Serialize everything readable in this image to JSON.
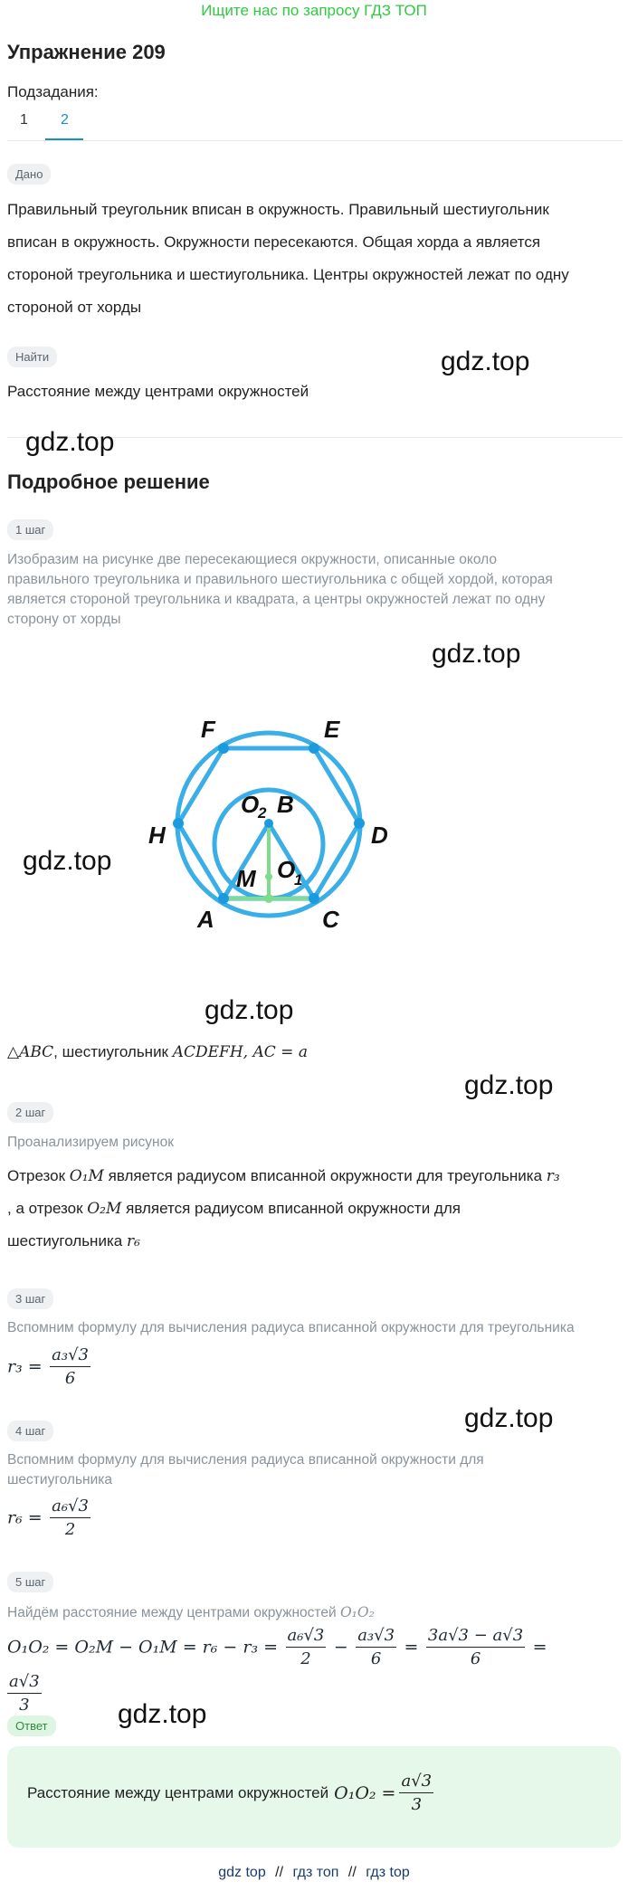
{
  "banner": "Ищите нас по запросу ГДЗ ТОП",
  "title": "Упражнение 209",
  "subtasks": {
    "label": "Подзадания:",
    "tabs": [
      "1",
      "2"
    ],
    "active": "2"
  },
  "given": {
    "pill": "Дано",
    "lines": [
      "Правильный треугольник вписан в окружность. Правильный шестиугольник",
      "вписан в окружность. Окружности пересекаются. Общая хорда a является",
      "стороной треугольника и шестиугольника. Центры окружностей лежат по одну",
      "стороной от хорды"
    ]
  },
  "find": {
    "pill": "Найти",
    "text": "Расстояние между центрами окружностей"
  },
  "solution_title": "Подробное решение",
  "steps": [
    {
      "pill": "1 шаг",
      "lines": [
        "Изобразим на рисунке две пересекающиеся окружности, описанные около",
        "правильного треугольника и правильного шестиугольника с общей хордой, которая",
        "является стороной треугольника и квадрата, а центры окружностей лежат по одну",
        "сторону от хорды"
      ]
    },
    {
      "pill": "2 шаг",
      "text": "Проанализируем рисунок"
    },
    {
      "pill": "3 шаг",
      "text": "Вспомним формулу для вычисления радиуса вписанной окружности для треугольника"
    },
    {
      "pill": "4 шаг",
      "lines": [
        "Вспомним формулу для вычисления радиуса вписанной окружности для",
        "шестиугольника"
      ]
    },
    {
      "pill": "5 шаг",
      "text": "Найдём расстояние между центрами окружностей"
    }
  ],
  "figure": {
    "labels": {
      "F": "F",
      "E": "E",
      "H": "H",
      "D": "D",
      "A": "A",
      "C": "C",
      "B": "B",
      "O2": "O",
      "O2_sub": "2",
      "O1": "O",
      "O1_sub": "1",
      "M": "M"
    },
    "colors": {
      "blue": "#3aaee6",
      "dot": "#1a9be0",
      "green": "#7fdc8c"
    }
  },
  "figure_caption": {
    "tri": "△ABC",
    "mid": ", шестиугольник ",
    "rest": "ACDEFH, AC = a"
  },
  "analysis": {
    "line1a": "Отрезок ",
    "line1b": "O₁M",
    "line1c": " является радиусом вписанной окружности для треугольника ",
    "line1d": "r₃",
    "line2a": ", а отрезок ",
    "line2b": "O₂M",
    "line2c": " является радиусом вписанной окружности для",
    "line3a": "шестиугольника ",
    "line3b": "r₆"
  },
  "formula3": {
    "lhs": "r₃ =",
    "num": "a₃√3",
    "den": "6"
  },
  "formula4": {
    "lhs": "r₆ =",
    "num": "a₆√3",
    "den": "2"
  },
  "step5_math": "O₁O₂",
  "formula5": {
    "lhs": "O₁O₂ = O₂M − O₁M = r₆ − r₃ =",
    "f1n": "a₆√3",
    "f1d": "2",
    "minus": "−",
    "f2n": "a₃√3",
    "f2d": "6",
    "eq": "=",
    "f3n": "3a√3 − a√3",
    "f3d": "6",
    "eq2": "=",
    "f4n": "a√3",
    "f4d": "3"
  },
  "answer": {
    "pill": "Ответ",
    "text": "Расстояние между центрами окружностей",
    "lhs": "O₁O₂ =",
    "num": "a√3",
    "den": "3"
  },
  "watermark": "gdz.top",
  "footer": {
    "l1": "gdz top",
    "sep": "//",
    "l2": "гдз топ",
    "l3": "гдз top"
  }
}
